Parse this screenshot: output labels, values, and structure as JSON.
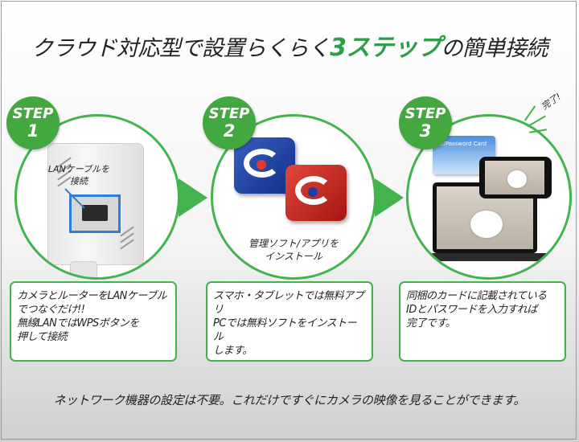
{
  "title": {
    "pre": "クラウド対応型で設置らくらく",
    "highlight": "3ステップ",
    "post": "の簡単接続"
  },
  "steps": [
    {
      "badge": {
        "step": "STEP",
        "num": "1"
      },
      "image_label": "LANケーブルを\n接続",
      "description": "カメラとルーターをLANケーブル\nでつなぐだけ!!\n無線LANではWPSボタンを\n押して接続"
    },
    {
      "badge": {
        "step": "STEP",
        "num": "2"
      },
      "image_label": "管理ソフト/アプリを\nインストール",
      "description": "スマホ・タブレットでは無料アプリ\nPCでは無料ソフトをインストール\nします。"
    },
    {
      "badge": {
        "step": "STEP",
        "num": "3"
      },
      "card_text": "ID/Password Card",
      "description": "同梱のカードに記載されている\nIDとパスワードを入力すれば\n完了です。"
    }
  ],
  "done_tag": "完了!",
  "footer": "ネットワーク機器の設定は不要。これだけですぐにカメラの映像を見ることができます。",
  "colors": {
    "accent": "#43b34f",
    "badge": "#43a83f",
    "lan_highlight": "#2e7fd6"
  },
  "icons": [
    "router-image",
    "app-icon-blue",
    "app-icon-red",
    "laptop-image",
    "smartphone-image",
    "id-card-image"
  ]
}
